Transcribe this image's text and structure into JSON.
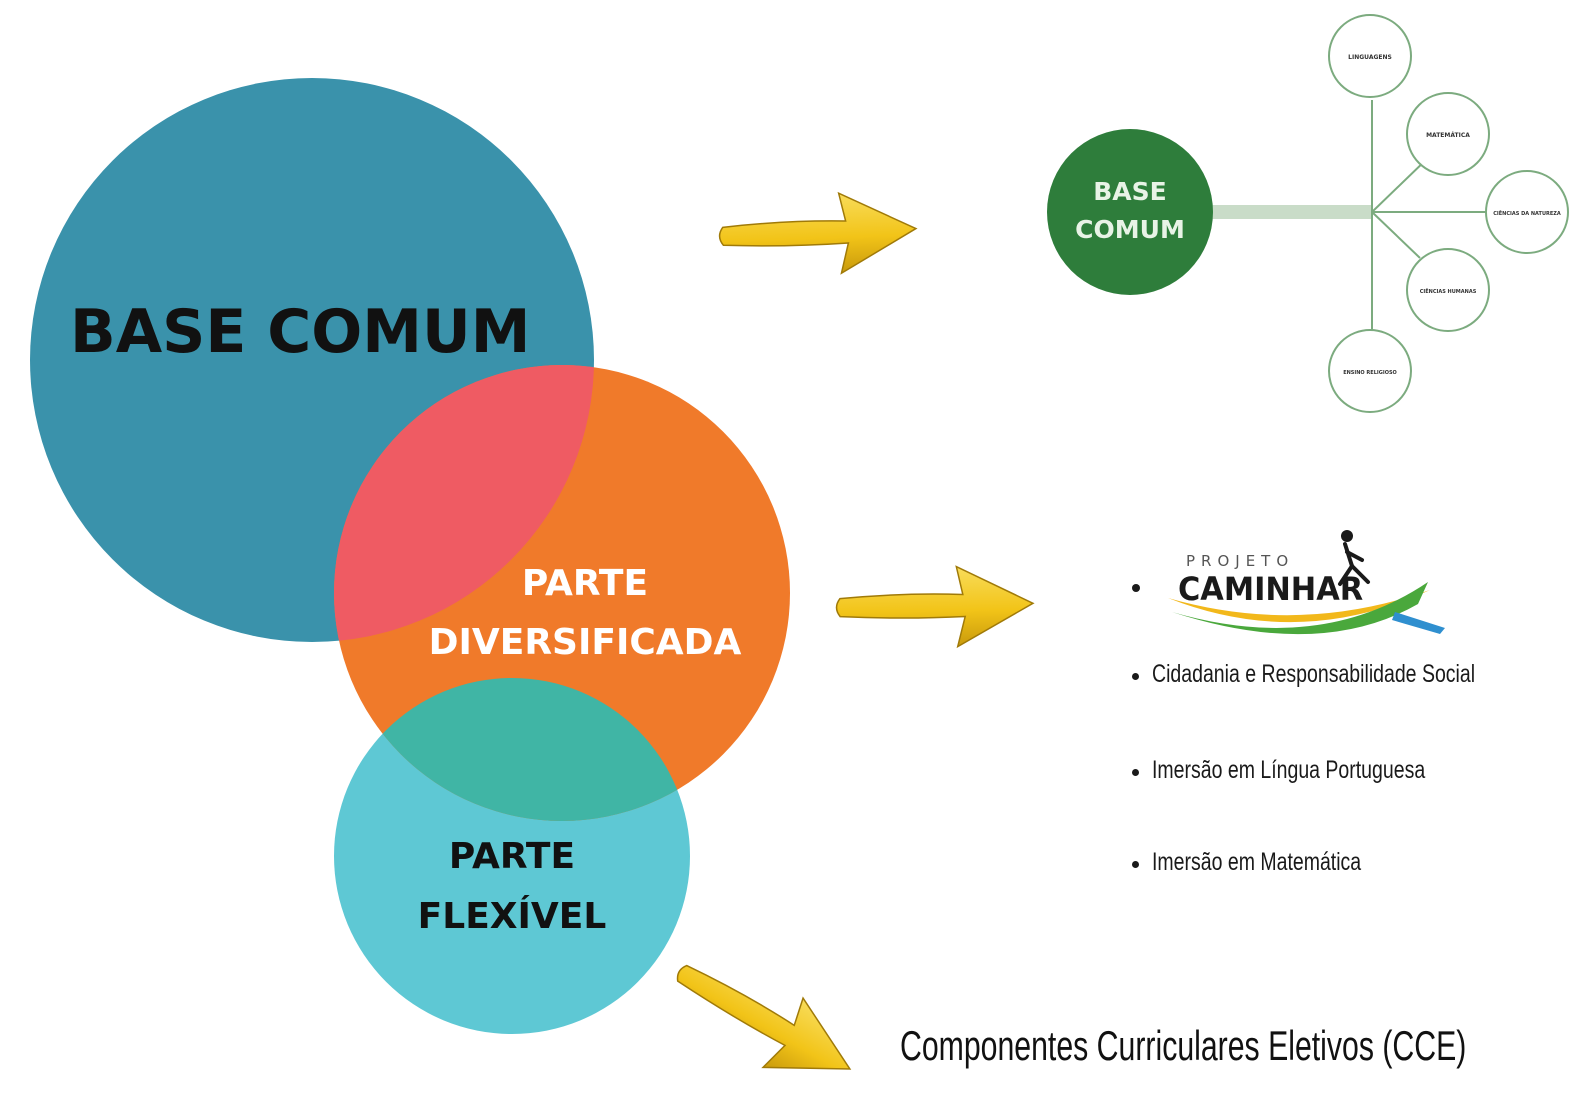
{
  "venn": {
    "base_comum": "BASE COMUM",
    "parte_diversificada_line1": "PARTE",
    "parte_diversificada_line2": "DIVERSIFICADA",
    "parte_flexivel_line1": "PARTE",
    "parte_flexivel_line2": "FLEXÍVEL"
  },
  "mindmap": {
    "center_line1": "BASE",
    "center_line2": "COMUM",
    "branches": [
      "LINGUAGENS",
      "MATEMÁTICA",
      "CIÊNCIAS DA NATUREZA",
      "CIÊNCIAS HUMANAS",
      "ENSINO RELIGIOSO"
    ]
  },
  "projeto": {
    "logo_top": "PROJETO",
    "logo_main": "CAMINHAR"
  },
  "diversificada_list": [
    "Cidadania e Responsabilidade Social",
    "Imersão em Língua Portuguesa",
    "Imersão em Matemática"
  ],
  "flexivel_text": "Componentes Curriculares Eletivos (CCE)",
  "colors": {
    "base_comum": "#3a92ab",
    "parte_diversificada": "#f07a2a",
    "overlap_base_diversificada": "#ef5b63",
    "parte_flexivel": "#5ec8d4",
    "overlap_diversificada_flexivel": "#40b5a5",
    "mindmap_green": "#2e7d3b",
    "arrow": "#f2c418"
  }
}
